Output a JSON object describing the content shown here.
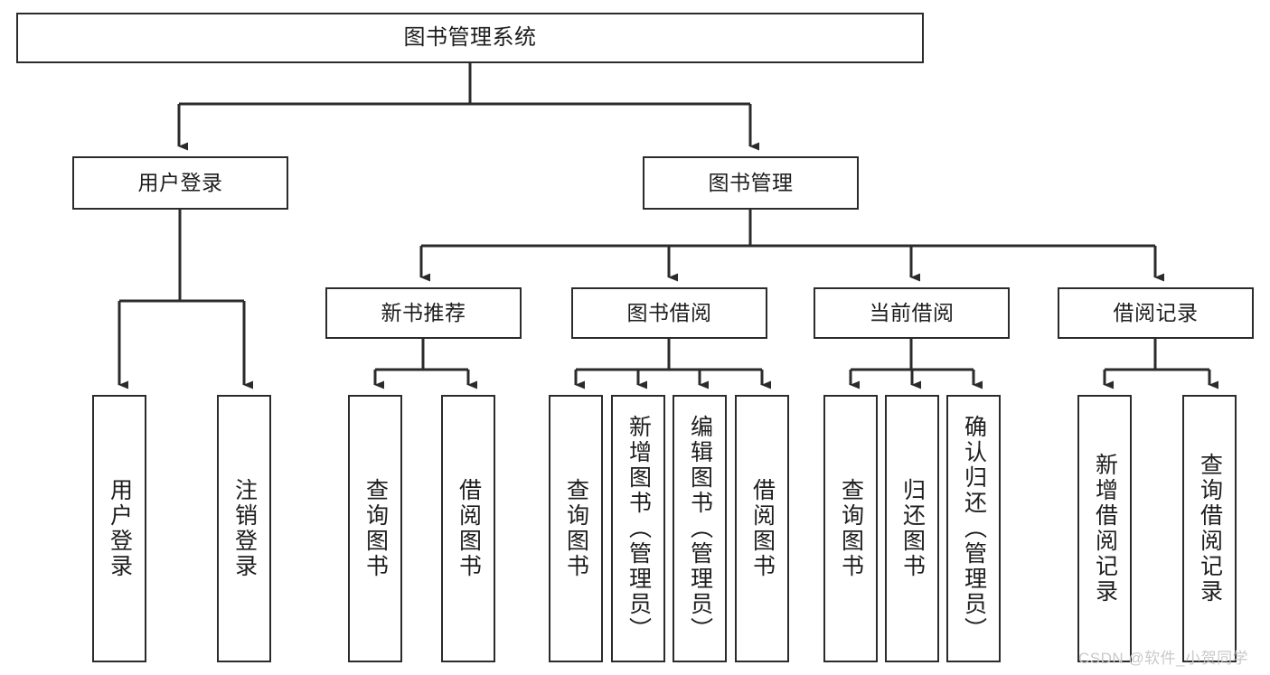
{
  "diagram": {
    "title": "图书管理系统",
    "colors": {
      "stroke": "#2b2b2b",
      "fill": "#ffffff",
      "text": "#1d1d1d",
      "watermark": "#c9c9c9",
      "background": "#ffffff"
    },
    "root": {
      "label": "图书管理系统"
    },
    "level2": [
      {
        "label": "用户登录"
      },
      {
        "label": "图书管理"
      }
    ],
    "level3": [
      {
        "label": "新书推荐"
      },
      {
        "label": "图书借阅"
      },
      {
        "label": "当前借阅"
      },
      {
        "label": "借阅记录"
      }
    ],
    "leaves": {
      "user_login": [
        {
          "label": "用户登录"
        },
        {
          "label": "注销登录"
        }
      ],
      "new_book_recommend": [
        {
          "label": "查询图书"
        },
        {
          "label": "借阅图书"
        }
      ],
      "book_borrow": [
        {
          "label": "查询图书"
        },
        {
          "label": "新增图书（管理员）"
        },
        {
          "label": "编辑图书（管理员）"
        },
        {
          "label": "借阅图书"
        }
      ],
      "current_borrow": [
        {
          "label": "查询图书"
        },
        {
          "label": "归还图书"
        },
        {
          "label": "确认归还（管理员）"
        }
      ],
      "borrow_records": [
        {
          "label": "新增借阅记录"
        },
        {
          "label": "查询借阅记录"
        }
      ]
    },
    "watermark": "CSDN @软件_小贺同学"
  }
}
